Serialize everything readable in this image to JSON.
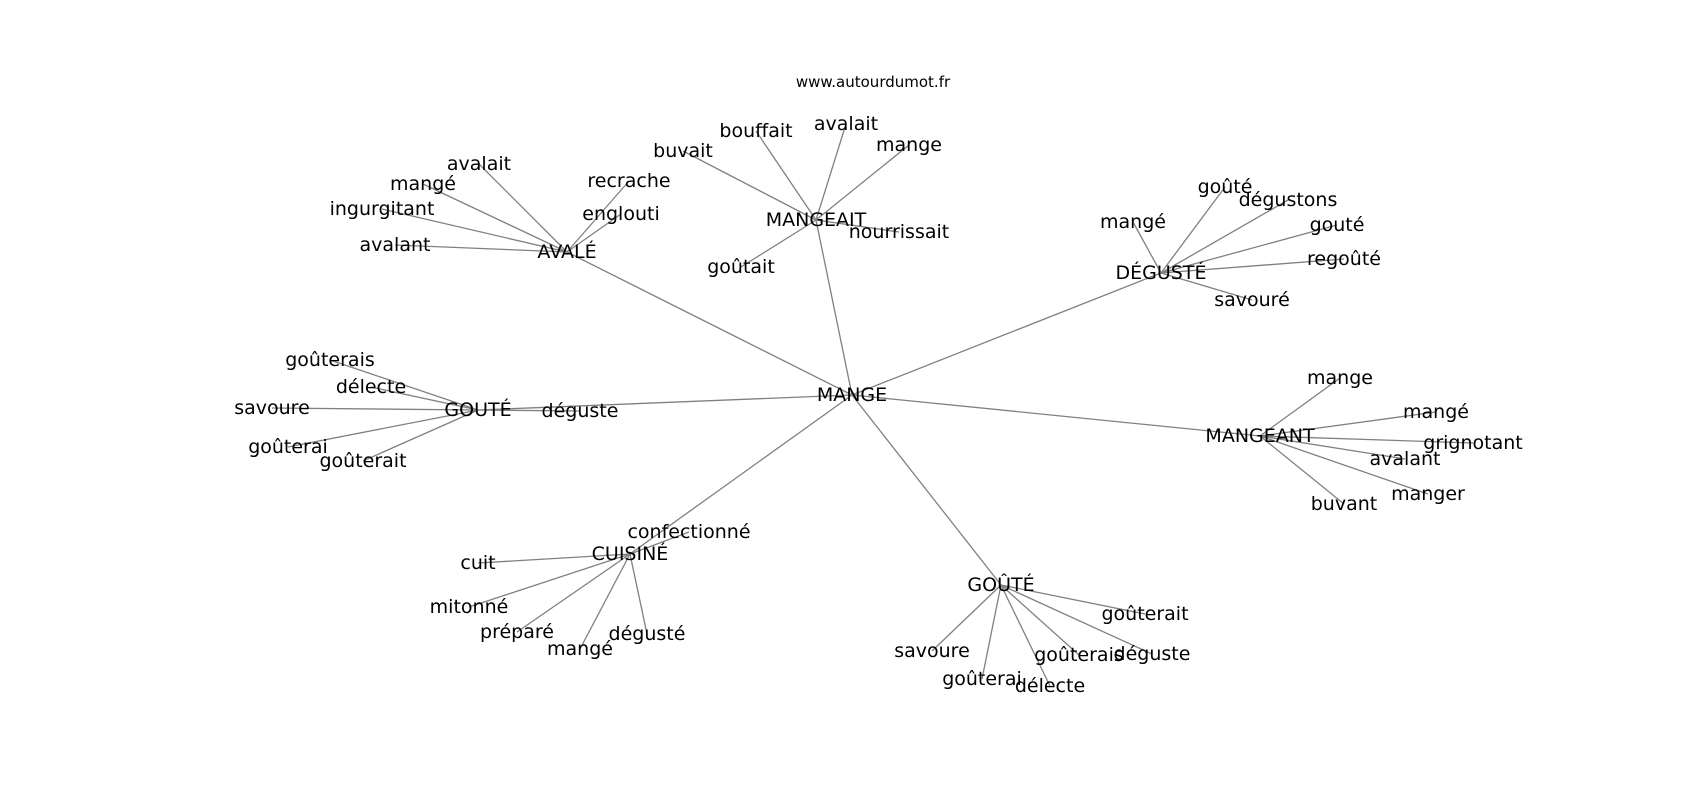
{
  "watermark": "www.autourdumot.fr",
  "center": {
    "id": "mange",
    "label": "MANGE"
  },
  "hubs": [
    {
      "id": "avale",
      "label": "AVALÉ",
      "leaves": [
        "avalait",
        "mangé",
        "ingurgitant",
        "avalant",
        "recrache",
        "englouti"
      ]
    },
    {
      "id": "mangeait",
      "label": "MANGEAIT",
      "leaves": [
        "buvait",
        "bouffait",
        "avalait",
        "mange",
        "nourrissait",
        "goûtait"
      ]
    },
    {
      "id": "deguste",
      "label": "DÉGUSTÉ",
      "leaves": [
        "mangé",
        "goûté",
        "dégustons",
        "gouté",
        "regoûté",
        "savouré"
      ]
    },
    {
      "id": "goute",
      "label": "GOUTÉ",
      "leaves": [
        "goûterais",
        "délecte",
        "savoure",
        "goûterai",
        "goûterait",
        "déguste"
      ]
    },
    {
      "id": "mangeant",
      "label": "MANGEANT",
      "leaves": [
        "mange",
        "mangé",
        "grignotant",
        "avalant",
        "manger",
        "buvant"
      ]
    },
    {
      "id": "cuisine",
      "label": "CUISINÉ",
      "leaves": [
        "confectionné",
        "cuit",
        "mitonné",
        "préparé",
        "mangé",
        "dégusté"
      ]
    },
    {
      "id": "goute-circ",
      "label": "GOÛTÉ",
      "leaves": [
        "goûterait",
        "savoure",
        "goûterais",
        "déguste",
        "goûterai",
        "délecte"
      ]
    }
  ]
}
